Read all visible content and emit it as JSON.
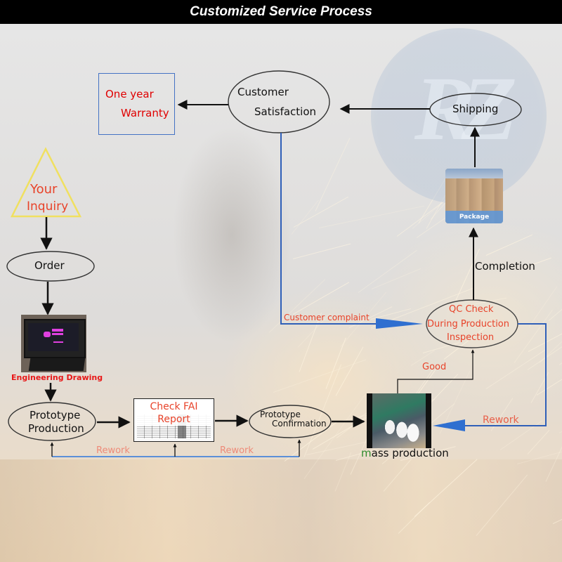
{
  "header": {
    "title": "Customized Service Process"
  },
  "watermark": {
    "text": "RZ"
  },
  "nodes": {
    "inquiry": {
      "line1": "Your",
      "line2": "Inquiry"
    },
    "order": {
      "label": "Order"
    },
    "engineering_drawing": {
      "label": "Engineering Drawing"
    },
    "prototype_production": {
      "line1": "Prototype",
      "line2": "Production"
    },
    "fai_report": {
      "label": "Check FAI Report"
    },
    "prototype_confirmation": {
      "line1": "Prototype",
      "line2": "Confirmation"
    },
    "mass_production": {
      "label_first": "m",
      "label_rest": "ass production"
    },
    "qc_check": {
      "line1": "QC Check",
      "line2": "During Production",
      "line3": "Inspection"
    },
    "package": {
      "label": "Package"
    },
    "shipping": {
      "label": "Shipping"
    },
    "customer_satisfaction": {
      "line1": "Customer",
      "line2": "Satisfaction"
    },
    "warranty": {
      "line1": "One year",
      "line2": "Warranty"
    }
  },
  "edge_labels": {
    "completion": "Completion",
    "good": "Good",
    "rework_mass": "Rework",
    "rework_left": "Rework",
    "rework_right": "Rework",
    "customer_complaint": "Customer complaint"
  },
  "colors": {
    "title_bg": "#000000",
    "title_text": "#ffffff",
    "feedback_line": "#2f5fb8",
    "label_red": "#e00000",
    "label_orange": "#e8432a",
    "rework_light": "#ee8a78",
    "inquiry_outline": "#f0e060"
  }
}
